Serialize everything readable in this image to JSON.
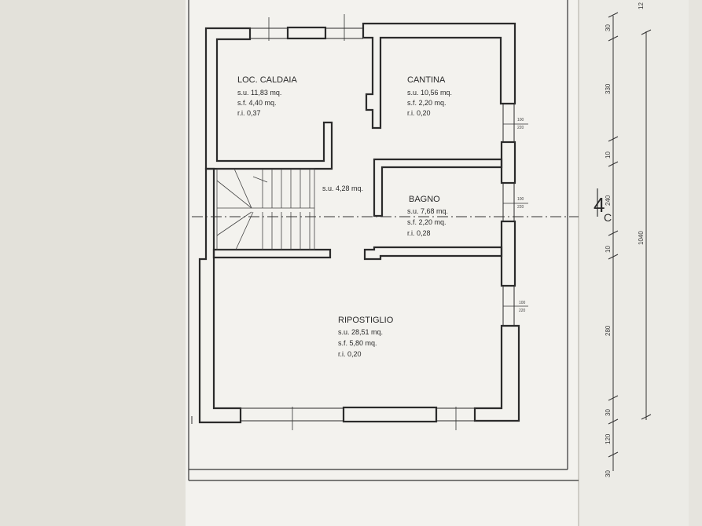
{
  "rooms": {
    "caldaia": {
      "name": "LOC. CALDAIA",
      "su": "s.u. 11,83 mq.",
      "sf": "s.f. 4,40 mq.",
      "ri": "r.i. 0,37"
    },
    "cantina": {
      "name": "CANTINA",
      "su": "s.u. 10,56 mq.",
      "sf": "s.f. 2,20 mq.",
      "ri": "r.i. 0,20"
    },
    "scala": {
      "su": "s.u. 4,28 mq."
    },
    "bagno": {
      "name": "BAGNO",
      "su": "s.u. 7,68 mq.",
      "sf": "s.f. 2,20 mq.",
      "ri": "r.i. 0,28"
    },
    "ripostiglio": {
      "name": "RIPOSTIGLIO",
      "su": "s.u. 28,51 mq.",
      "sf": "s.f. 5,80 mq.",
      "ri": "r.i. 0,20"
    }
  },
  "windows": {
    "w1": {
      "top": "100",
      "bottom": "220"
    },
    "w2": {
      "top": "100",
      "bottom": "220"
    },
    "w3": {
      "top": "100",
      "bottom": "220"
    }
  },
  "section_mark": {
    "number": "4",
    "letter": "C"
  },
  "dimensions": {
    "d1": "30",
    "d2": "330",
    "d3": "10",
    "d4": "240",
    "d5": "10",
    "d6": "280",
    "d7": "30",
    "d8": "120",
    "d9": "30",
    "total": "1040",
    "top": "12"
  },
  "colors": {
    "paper": "#f3f2ee",
    "wall": "#2b2b2b",
    "line": "#333333",
    "background": "#e9e7e1"
  }
}
